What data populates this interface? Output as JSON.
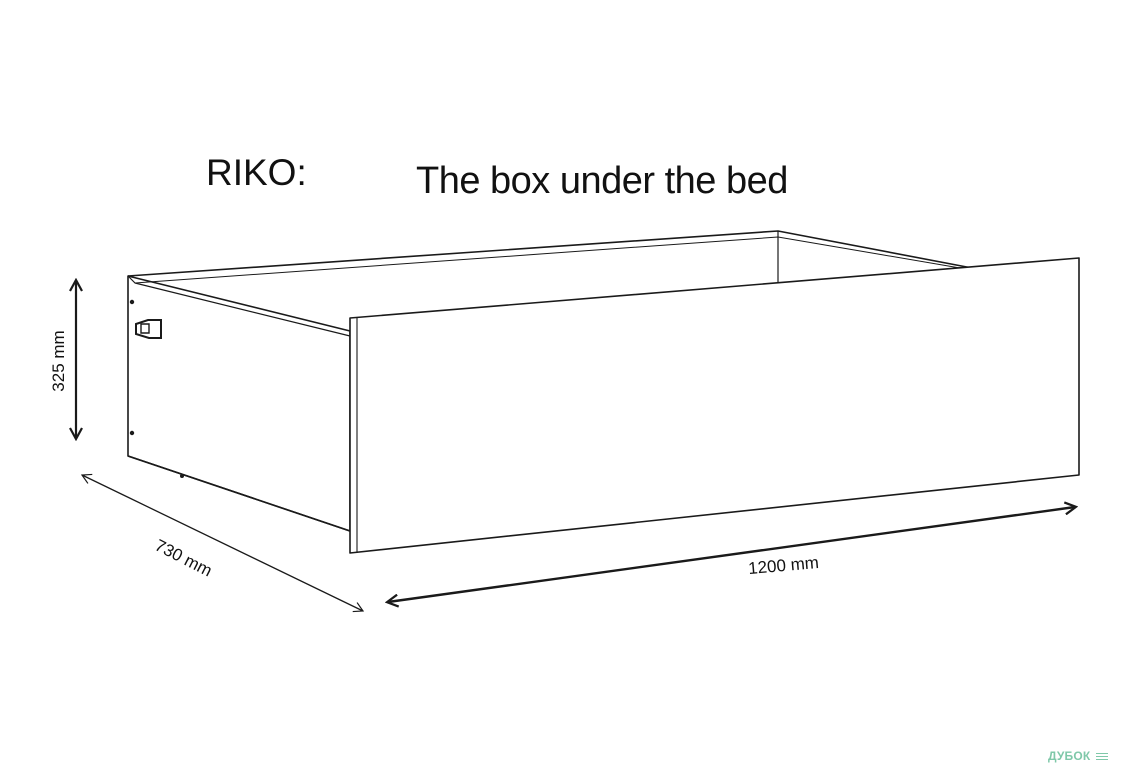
{
  "product_name": "RIKO:",
  "product_description": "The box under the bed",
  "dimensions": {
    "height": "325 mm",
    "depth": "730 mm",
    "width": "1200 mm"
  },
  "watermark": "ДУБОК",
  "colors": {
    "line": "#1a1a1a",
    "background": "#ffffff",
    "watermark": "#7fc8a9"
  }
}
